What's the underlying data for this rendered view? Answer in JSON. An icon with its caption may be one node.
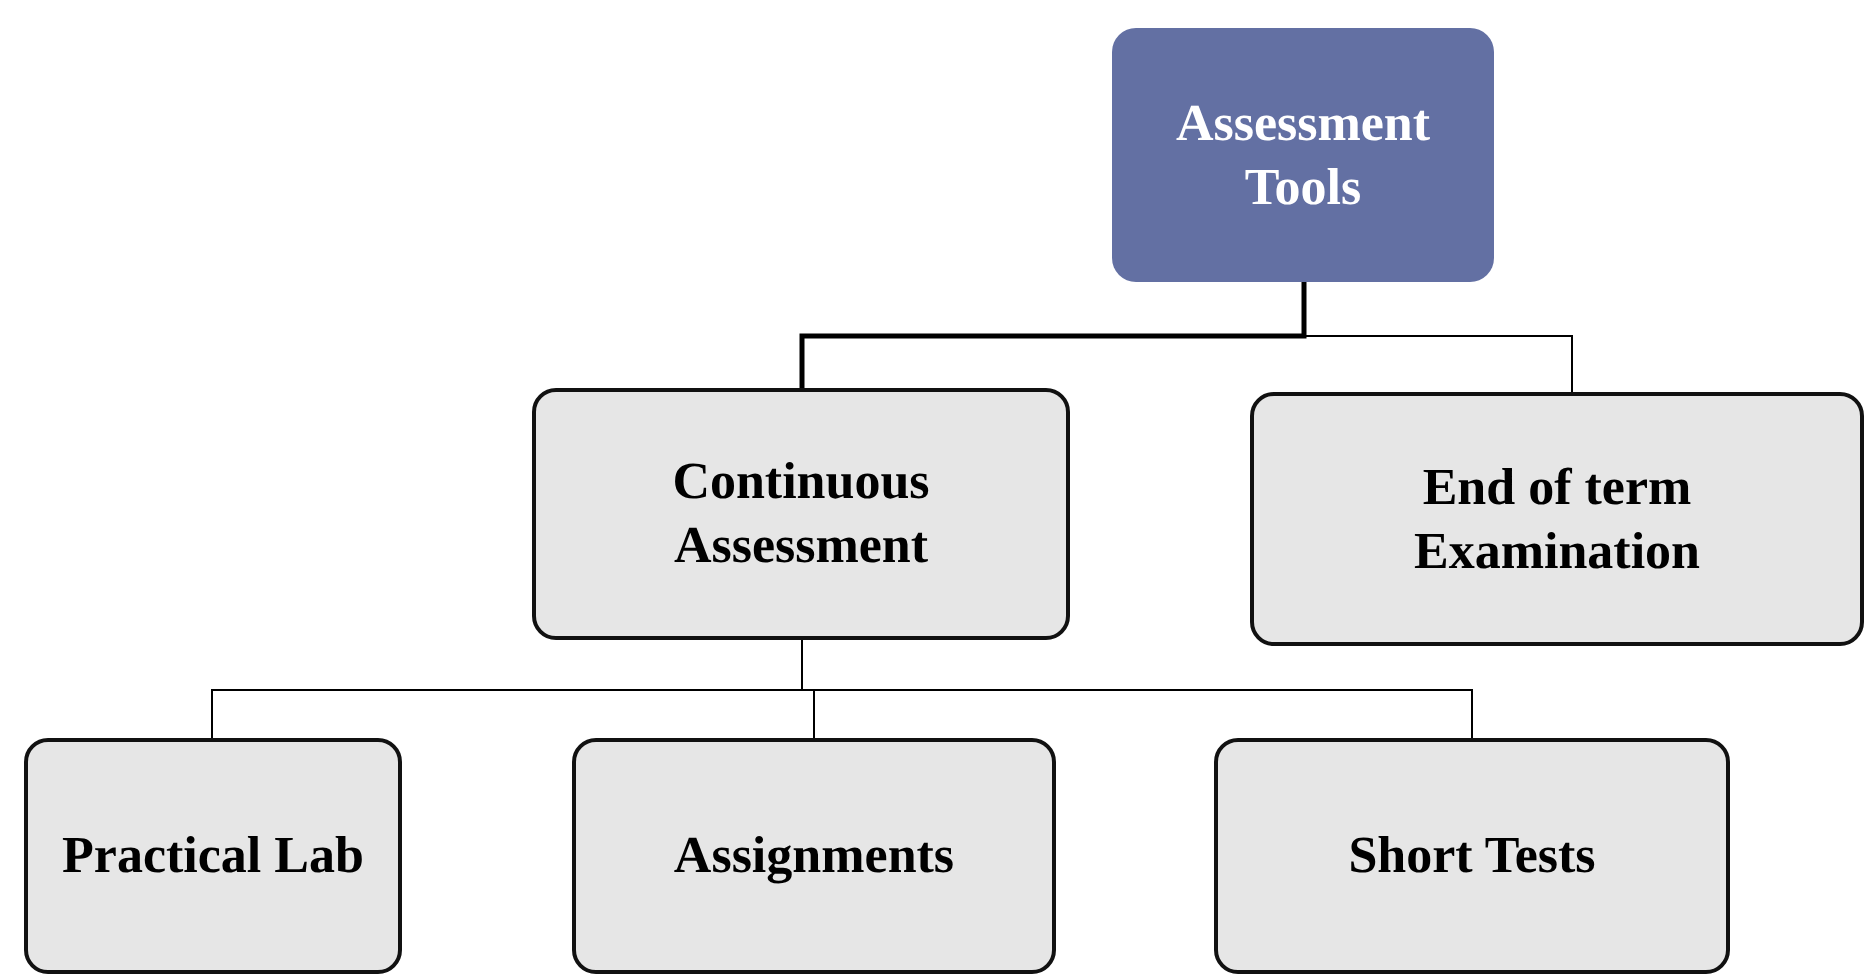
{
  "diagram": {
    "nodes": [
      {
        "text": [
          "Assessment Tools"
        ]
      },
      {
        "text": [
          "Continuous Assessment"
        ]
      },
      {
        "text": [
          "End of term Examination"
        ]
      },
      {
        "text": [
          "Practical Lab"
        ]
      },
      {
        "text": [
          "Assignments"
        ]
      },
      {
        "text": [
          "Short Tests"
        ]
      }
    ],
    "edges": [
      {
        "from": 0,
        "to": 1,
        "arrow": "none",
        "style": "thick"
      },
      {
        "from": 0,
        "to": 2,
        "arrow": "none"
      },
      {
        "from": 1,
        "to": 3,
        "arrow": "none"
      },
      {
        "from": 1,
        "to": 4,
        "arrow": "none"
      },
      {
        "from": 1,
        "to": 5,
        "arrow": "none"
      }
    ]
  }
}
